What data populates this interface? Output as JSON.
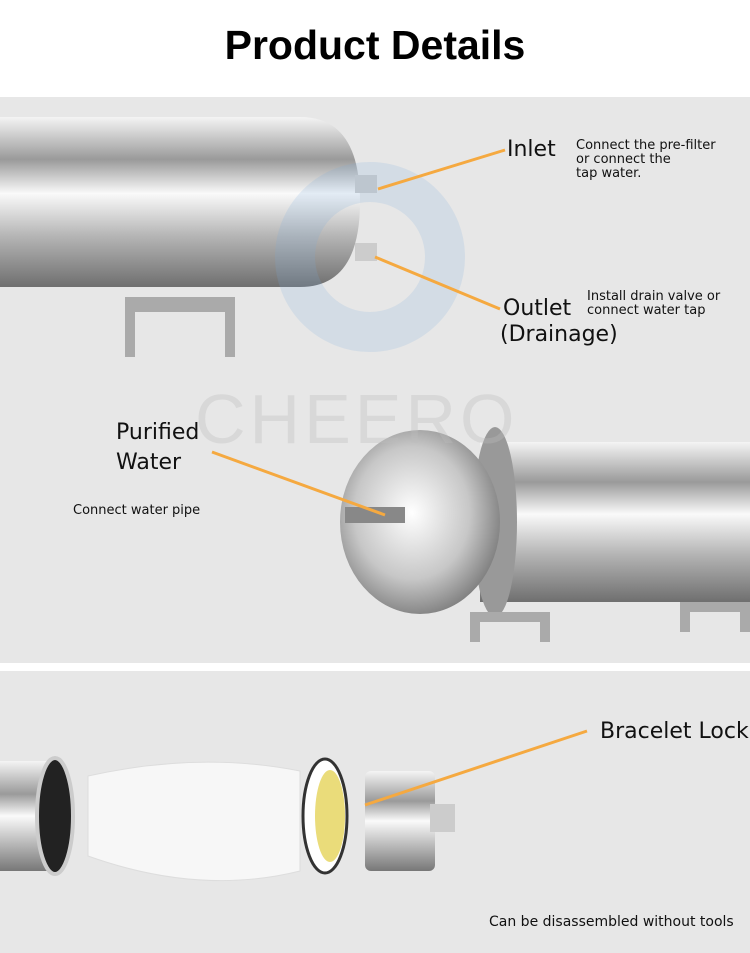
{
  "title": "Product Details",
  "watermark": "CHEERO",
  "section1": {
    "inlet": {
      "label": "Inlet",
      "desc": [
        "Connect the pre-filter",
        "or connect the",
        "tap water."
      ]
    },
    "outlet": {
      "label": "Outlet",
      "label2": "(Drainage)",
      "desc": [
        "Install drain valve or",
        "connect water tap"
      ]
    },
    "purified": {
      "label": [
        "Purified",
        "Water"
      ],
      "desc": "Connect water pipe"
    }
  },
  "section2": {
    "lock": "Bracelet Lock",
    "note": "Can be disassembled without tools"
  },
  "colors": {
    "leader": "#f5a940",
    "panel": "#e7e7e7"
  }
}
